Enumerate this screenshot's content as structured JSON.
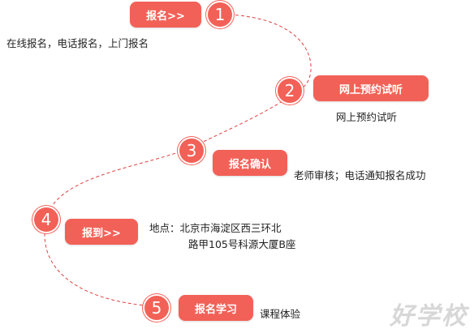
{
  "accent": "#f26157",
  "connector_icon": "dashed-curve",
  "steps": [
    {
      "number": "1",
      "label": "报名>>",
      "desc": "在线报名，电话报名，上门报名"
    },
    {
      "number": "2",
      "label": "网上预约试听",
      "desc": "网上预约试听"
    },
    {
      "number": "3",
      "label": "报名确认",
      "desc": "老师审核；电话通知报名成功"
    },
    {
      "number": "4",
      "label": "报到>>",
      "address_prefix": "地点：",
      "address_line1": "北京市海淀区西三环北",
      "address_line2": "路甲105号科源大厦B座"
    },
    {
      "number": "5",
      "label": "报名学习",
      "desc": "课程体验"
    }
  ],
  "watermark": "好学校"
}
